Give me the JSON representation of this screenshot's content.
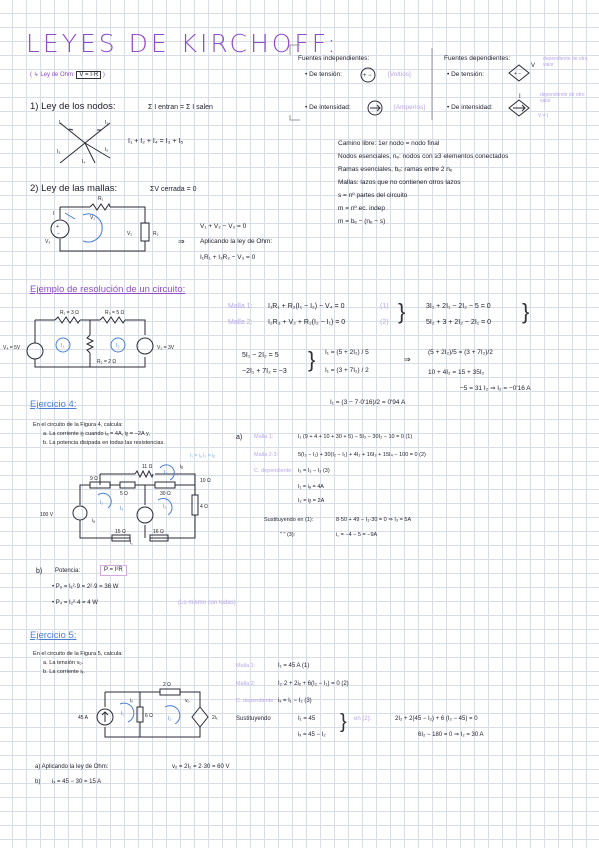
{
  "title": "LEYES DE KIRCHOFF:",
  "ohm": {
    "prefix": "( ↳ Ley de Ohm:",
    "formula": "V = I·R",
    "suffix": ")"
  },
  "sources": {
    "indep_title": "Fuentes independientes:",
    "dep_title": "Fuentes dependientes:",
    "tension_label": "• De tensión:",
    "tension_tag": "[Voltios]",
    "intensity_label": "• De intensidad:",
    "intensity_tag": "[Amperios]",
    "dep_tension_label": "• De tensión:",
    "dep_intensity_label": "• De intensidad:",
    "dep_note_v": "dependiente de otro valor",
    "dep_note_i": "dependiente de otro valor",
    "dep_i_factor": "I",
    "dep_v_letter": "V",
    "dep_i_letter": "I",
    "dep_v_mult": "V",
    "dep_i_mult": "V = I"
  },
  "nodes": {
    "heading": "1) Ley de los nodos:",
    "rule": "Σ I entran = Σ I salen",
    "equation": "I₁ + I₂ + I₄ = I₃ + I₅",
    "labels": [
      "I₁",
      "I₂",
      "I₃",
      "I₄",
      "I₅"
    ]
  },
  "mallas": {
    "heading": "2) Ley de las mallas:",
    "rule": "ΣV cerrada = 0",
    "equation1": "V₁ + V₂ − V₃ = 0",
    "applying": "Aplicando la ley de Ohm:",
    "equation2": "I₁R₁ + I₂R₂ − V₃ = 0",
    "labels": {
      "r1": "R₁",
      "r2": "R₂",
      "v1": "V₁",
      "v2": "V₂",
      "v3": "V₃",
      "i": "I"
    }
  },
  "definitions": [
    "Camino libre: 1er nodo = nodo final",
    "Nodos esenciales, nₑ: nodos con ≥3 elementos conectados",
    "Ramas esenciales, bₑ: ramas entre 2 nₑ",
    "Mallas: lazos que no contienen otros lazos",
    "s = nº partes del circuito",
    "m = nº ec. indep",
    "m = bₑ − (nₑ − s)"
  ],
  "example": {
    "heading": "Ejemplo de resolución de un circuito:",
    "circuit": {
      "r1": "R₁ = 3 Ω",
      "r3": "R₃ = 5 Ω",
      "r2": "R₂ = 2 Ω",
      "v4": "V₄ = 5V",
      "v2": "V₂ = 3V",
      "i1": "I₁",
      "i2": "I₂"
    },
    "malla1": "Malla 1:",
    "malla1_eq": "I₁R₁ + R₂(I₁ − I₂) − V₄ = 0",
    "malla1_n": "(1)",
    "malla2": "Malla 2:",
    "malla2_eq": "I₂R₃ + V₂ + R₂(I₂ − I₁) = 0",
    "malla2_n": "(2)",
    "sub1": "3I₁ + 2I₁ − 2I₂ − 5 = 0",
    "sub2": "5I₂ + 3 + 2I₂ − 2I₁ = 0",
    "sys1": "5I₁ − 2I₂ = 5",
    "sys2": "−2I₁ + 7I₂ = −3",
    "solve_a": "I₁ = (5 + 2I₂) / 5",
    "solve_b": "I₁ = (3 + 7I₂) / 2",
    "eq_frac": "(5 + 2I₂)/5 = (3 + 7I₂)/2",
    "step": "10 + 4I₂ = 15 + 35I₂",
    "step2": "−5 = 31 I₂ ⇒ I₂ = −0'16 A",
    "i1_result": "I₁ = (3 − 7·0'16)/2 = 0'94 A"
  },
  "ej4": {
    "heading": "Ejercicio 4:",
    "intro": "En el circuito de la Figura 4, calcula:",
    "items": [
      "a.   La corriente iᵦ cuando iₐ = 4A, iᵦ = −2A y,",
      "b.   La potencia disipada en todas las resistencias."
    ],
    "note": "I₁ = iₐ   I₂ = iᵦ",
    "circuit": {
      "r11": "11 Ω",
      "r9": "9 Ω",
      "r5": "5 Ω",
      "r30": "30 Ω",
      "r10": "10 Ω",
      "r4": "4 Ω",
      "r15": "15 Ω",
      "r16": "16 Ω",
      "v100": "100 V",
      "ia": "iₐ",
      "ib": "iᵦ",
      "ic": "i꜀",
      "i1": "I₁",
      "i2": "I₂",
      "i3": "I₃",
      "i4": "I₄"
    },
    "a": "a)",
    "malla1": "Malla 1:",
    "eq1": "I₁ (9 + 4 + 10 + 30 + 5) − 5I₃ − 30I₂ − 10 = 0   (1)",
    "malla23": "Malla 2·3:",
    "eq2": "5(I₃ − I₁) + 30(I₂ − I₁) + 4I₂ + 16I₃ + 15I₄ − 100 = 0   (2)",
    "cdep": "C. dependiente:",
    "eq3": "i₃ = I₃ − I₂   (3)",
    "ia_val": "I₁ = iₐ = 4A",
    "ib_val": "I₂ = iᵦ = 2A",
    "subst": "Sustituyendo en (1):",
    "subst_eq": "8·50 + 49 − I₃·30 = 0  ⇒  I₃ = 5A",
    "quotes": "\"          \"     (3):",
    "q_eq": "i꜀ = −4 − 5 = −9A",
    "b": "b)",
    "power_label": "Potencia:",
    "power_formula": "P = I²R",
    "p9": "• P₉ = I₁²·9 = 2²·9 = 36 W",
    "p4": "• P₄ = I₂²·4 = 4 W",
    "etc": "(Lo mismo con todas)"
  },
  "ej5": {
    "heading": "Ejercicio 5:",
    "intro": "En el circuito de la Figura 5, calcula:",
    "items": [
      "a.   La tensión vₒ.",
      "b.   La corriente iₓ."
    ],
    "circuit": {
      "src": "45 A",
      "r6": "6 Ω",
      "r2": "2 Ω",
      "dep": "2iₓ",
      "ix": "iₓ",
      "vo": "vₒ",
      "i1": "I₁",
      "i2": "I₂"
    },
    "malla1": "Malla 1:",
    "eq1": "I₁ = 45 A   (1)",
    "malla2": "Malla 2:",
    "eq2": "I₂·2 + 2iₓ + 6(I₂ − I₁) = 0   (2)",
    "cdep": "C. dependiente:",
    "eq3": "iₓ = I₁ − I₂   (3)",
    "subst": "Sustituyendo",
    "sub1": "I₁ = 45",
    "sub2": "iₓ = 45 − I₂",
    "en2": "en (2):",
    "r1": "2I₂ + 2(45 − I₂) + 6 (I₂ − 45) = 0",
    "r2": "6I₂ − 180 = 0  ⇒  I₂ = 30 A",
    "a": "a)   Aplicando la ley de Ohm:",
    "a_eq": "vₒ = 2I₂ = 2·30 = 60 V",
    "b": "b)",
    "b_eq": "iₓ = 45 − 30 = 15 A"
  }
}
